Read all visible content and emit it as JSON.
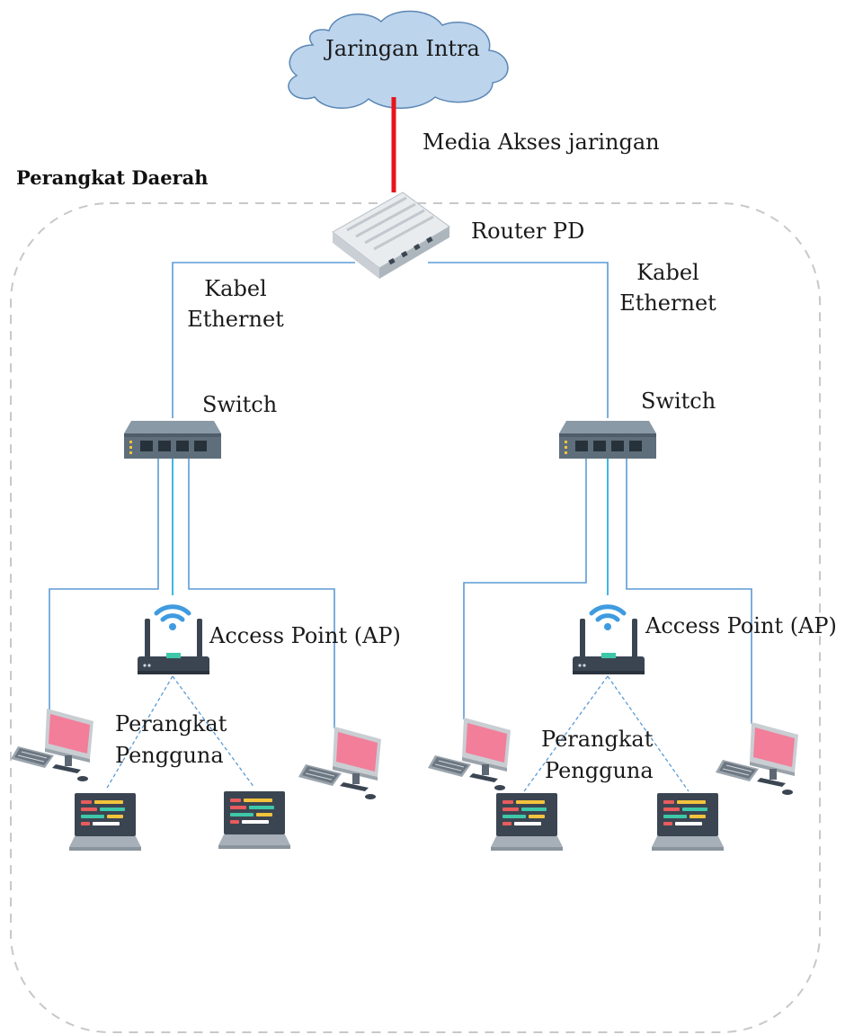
{
  "cloud": {
    "label": "Jaringan Intra"
  },
  "uplink": {
    "label": "Media Akses jaringan",
    "color": "#e8141b"
  },
  "area": {
    "label": "Perangkat Daerah"
  },
  "router": {
    "label": "Router PD"
  },
  "left_branch": {
    "cable_label_line1": "Kabel",
    "cable_label_line2": "Ethernet",
    "switch_label": "Switch",
    "ap_label": "Access Point (AP)",
    "devices_label_line1": "Perangkat",
    "devices_label_line2": "Pengguna"
  },
  "right_branch": {
    "cable_label_line1": "Kabel",
    "cable_label_line2": "Ethernet",
    "switch_label": "Switch",
    "ap_label": "Access Point (AP)",
    "devices_label_line1": "Perangkat",
    "devices_label_line2": "Pengguna"
  },
  "colors": {
    "wire": "#5b9bd5",
    "cloud_fill": "#bcd4ec",
    "area_border": "#c8c8c8",
    "monitor_screen": "#f27e9a",
    "laptop_body": "#3b4552"
  },
  "icons": [
    "cloud-icon",
    "router-icon",
    "switch-icon",
    "access-point-icon",
    "wifi-icon",
    "desktop-computer-icon",
    "laptop-icon"
  ]
}
